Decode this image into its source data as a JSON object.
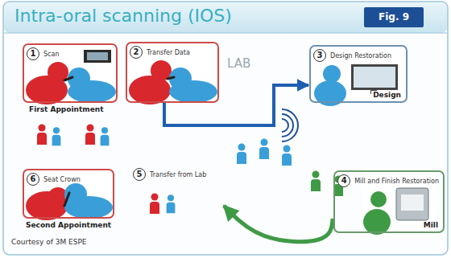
{
  "diagram": {
    "title": "Intra-oral scanning (IOS)",
    "nodes": [
      {
        "text": [
          "Fig. 9"
        ]
      },
      {
        "text": [
          "1",
          "Scan"
        ]
      },
      {
        "text": [
          "2",
          "Transfer Data"
        ]
      },
      {
        "text": [
          "3",
          "Design Restoration",
          "Design"
        ]
      },
      {
        "text": [
          "4",
          "Mill and Finish Restoration",
          "Mill"
        ]
      },
      {
        "text": [
          "5",
          "Transfer from Lab"
        ]
      },
      {
        "text": [
          "6",
          "Seat Crown"
        ]
      }
    ],
    "edges": [
      {
        "from": 2,
        "to": 3,
        "arrow": "to"
      },
      {
        "from": 4,
        "to": 5,
        "arrow": "to"
      }
    ],
    "labels": [
      "First Appointment",
      "LAB",
      "Second Appointment",
      "Courtesy of 3M ESPE"
    ]
  }
}
